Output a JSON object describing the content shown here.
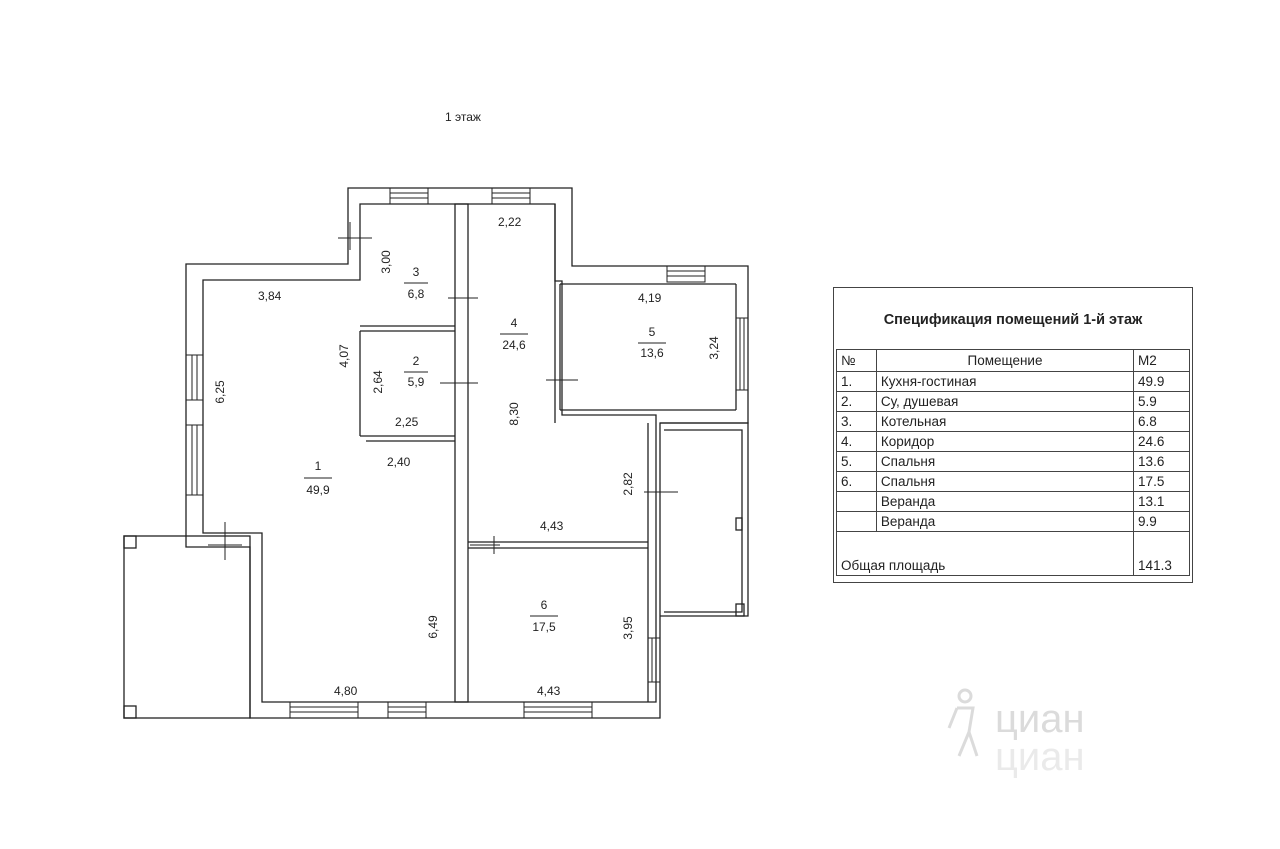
{
  "floor_title": "1 этаж",
  "rooms": [
    {
      "number": "1",
      "area": "49,9"
    },
    {
      "number": "2",
      "area": "5,9"
    },
    {
      "number": "3",
      "area": "6,8"
    },
    {
      "number": "4",
      "area": "24,6"
    },
    {
      "number": "5",
      "area": "13,6"
    },
    {
      "number": "6",
      "area": "17,5"
    }
  ],
  "dimensions": [
    "3,84",
    "6,25",
    "4,07",
    "2,40",
    "6,49",
    "4,80",
    "3,00",
    "2,64",
    "2,25",
    "2,22",
    "8,30",
    "4,43",
    "2,82",
    "4,19",
    "3,24",
    "4,43",
    "3,95"
  ],
  "spec": {
    "title": "Спецификация помещений 1-й этаж",
    "headers": {
      "num": "№",
      "room": "Помещение",
      "area": "М2"
    },
    "rows": [
      {
        "num": "1.",
        "room": "Кухня-гостиная",
        "area": "49.9"
      },
      {
        "num": "2.",
        "room": "Су, душевая",
        "area": "5.9"
      },
      {
        "num": "3.",
        "room": "Котельная",
        "area": "6.8"
      },
      {
        "num": "4.",
        "room": "Коридор",
        "area": "24.6"
      },
      {
        "num": "5.",
        "room": "Спальня",
        "area": "13.6"
      },
      {
        "num": "6.",
        "room": "Спальня",
        "area": "17.5"
      },
      {
        "num": "",
        "room": "Веранда",
        "area": "13.1"
      },
      {
        "num": "",
        "room": "Веранда",
        "area": "9.9"
      }
    ],
    "total": {
      "label": "Общая площадь",
      "value": "141.3"
    }
  },
  "watermark": {
    "line1": "циан",
    "line2": "циан"
  }
}
